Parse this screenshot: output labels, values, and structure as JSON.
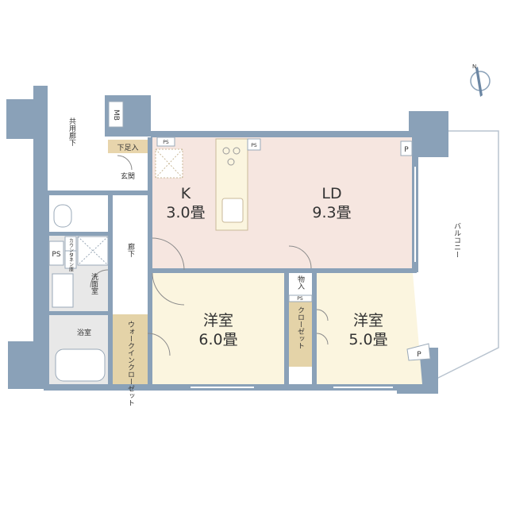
{
  "colors": {
    "wall": "#8aa1b8",
    "wall_dark": "#7d95ad",
    "ldk": "#f6e6e0",
    "western": "#fbf5df",
    "closet": "#e4d3a8",
    "wet": "#e8e8e8",
    "entrance": "#e8d5ac",
    "white": "#ffffff",
    "line": "#9aa9b8",
    "text": "#333333"
  },
  "compass": {
    "label": "N",
    "icon": "compass-icon"
  },
  "rooms": {
    "ldk": {
      "name": "LD",
      "size": "9.3畳"
    },
    "kitchen": {
      "name": "K",
      "size": "3.0畳"
    },
    "western1": {
      "name": "洋室",
      "size": "6.0畳"
    },
    "western2": {
      "name": "洋室",
      "size": "5.0畳"
    }
  },
  "labels": {
    "shared_corridor": "共用廊下",
    "mb": "MB",
    "shoe_box": "下足入",
    "entrance": "玄関",
    "hallway": "廊下",
    "ps": "PS",
    "counter": "カウンター",
    "linen": "リネン庫",
    "washroom": "洗面室",
    "bathroom": "浴室",
    "walk_in_closet": "ウォークインクローゼット",
    "storage": "物入",
    "closet": "クローゼット",
    "balcony": "バルコニー",
    "pipe": "P"
  }
}
